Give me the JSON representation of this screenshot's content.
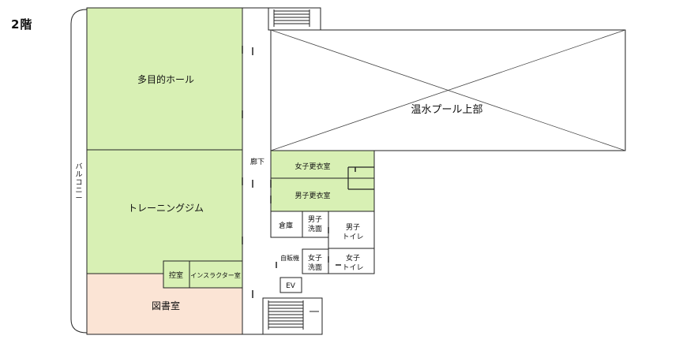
{
  "floor": "2階",
  "rooms": {
    "multipurpose_hall": "多目的ホール",
    "training_gym": "トレーニングジム",
    "library": "図書室",
    "waiting_room": "控室",
    "instructor_room": "インスラクター室",
    "pool_upper": "温水プール上部",
    "corridor": "廊下",
    "womens_locker": "女子更衣室",
    "mens_locker": "男子更衣室",
    "storage": "倉庫",
    "mens_washroom_1": "男子",
    "mens_washroom_2": "洗面",
    "mens_toilet_1": "男子",
    "mens_toilet_2": "トイレ",
    "vending": "自販機",
    "womens_washroom_1": "女子",
    "womens_washroom_2": "洗面",
    "womens_toilet_1": "女子",
    "womens_toilet_2": "トイレ",
    "elevator": "EV",
    "balcony": [
      "バ",
      "ル",
      "コ",
      "ニ",
      "ー"
    ]
  },
  "colors": {
    "green_room": "#d8f0b4",
    "library_room": "#fbe4d5",
    "wall": "#222222",
    "background": "#ffffff"
  }
}
